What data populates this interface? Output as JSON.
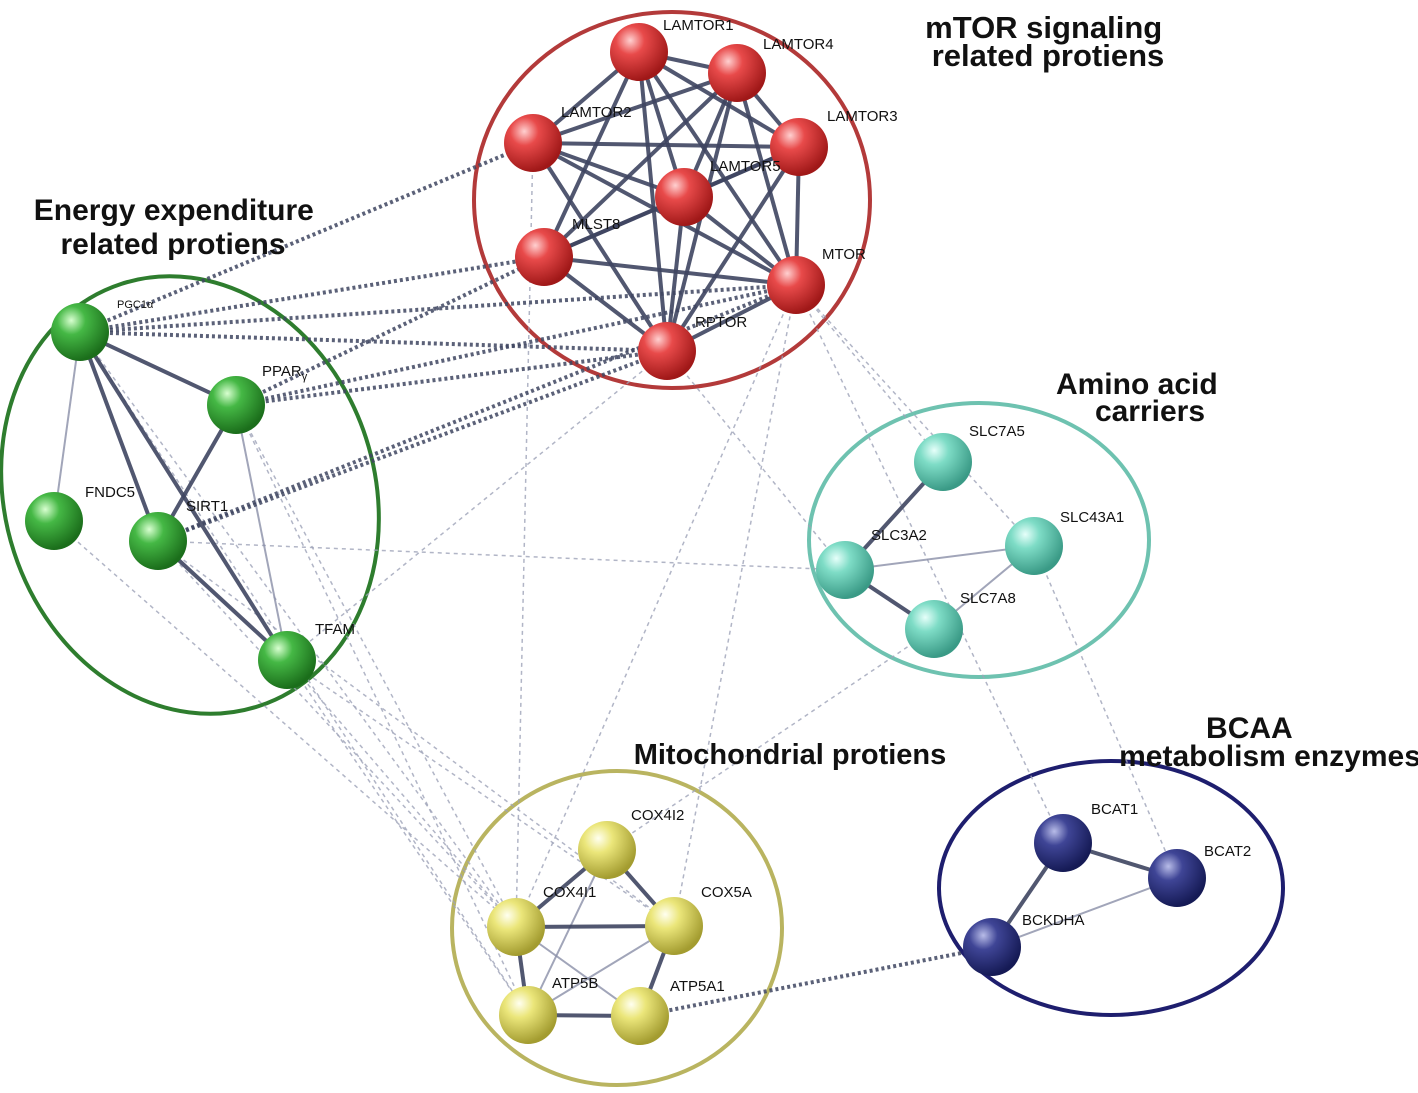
{
  "clusters": {
    "mtor": {
      "title_lines": [
        "mTOR signaling",
        "related protiens"
      ],
      "ring_color": "#b33a3a",
      "node_color": "#e04040"
    },
    "energy": {
      "title_lines": [
        "Energy expenditure",
        "related protiens"
      ],
      "ring_color": "#2e7d2e",
      "node_color": "#3fb03f"
    },
    "amino": {
      "title_lines": [
        "Amino acid",
        "carriers"
      ],
      "ring_color": "#6ec2b0",
      "node_color": "#72d8c0"
    },
    "mito": {
      "title_lines": [
        "Mitochondrial protiens"
      ],
      "ring_color": "#b9b460",
      "node_color": "#e6e070"
    },
    "bcaa": {
      "title_lines": [
        "BCAA",
        "metabolism enzymes"
      ],
      "ring_color": "#1e1e6e",
      "node_color": "#3a3f8c"
    }
  },
  "nodes": {
    "LAMTOR1": {
      "label": "LAMTOR1",
      "cluster": "mtor"
    },
    "LAMTOR4": {
      "label": "LAMTOR4",
      "cluster": "mtor"
    },
    "LAMTOR2": {
      "label": "LAMTOR2",
      "cluster": "mtor"
    },
    "LAMTOR3": {
      "label": "LAMTOR3",
      "cluster": "mtor"
    },
    "LAMTOR5": {
      "label": "LAMTOR5",
      "cluster": "mtor"
    },
    "MLST8": {
      "label": "MLST8",
      "cluster": "mtor"
    },
    "MTOR": {
      "label": "MTOR",
      "cluster": "mtor"
    },
    "RPTOR": {
      "label": "RPTOR",
      "cluster": "mtor"
    },
    "PGC1a": {
      "label": "PGC1α",
      "cluster": "energy"
    },
    "PPARG": {
      "label": "PPAR",
      "sub": "γ",
      "cluster": "energy"
    },
    "FNDC5": {
      "label": "FNDC5",
      "cluster": "energy"
    },
    "SIRT1": {
      "label": "SIRT1",
      "cluster": "energy"
    },
    "TFAM": {
      "label": "TFAM",
      "cluster": "energy"
    },
    "SLC7A5": {
      "label": "SLC7A5",
      "cluster": "amino"
    },
    "SLC3A2": {
      "label": "SLC3A2",
      "cluster": "amino"
    },
    "SLC43A1": {
      "label": "SLC43A1",
      "cluster": "amino"
    },
    "SLC7A8": {
      "label": "SLC7A8",
      "cluster": "amino"
    },
    "COX4I2": {
      "label": "COX4I2",
      "cluster": "mito"
    },
    "COX4I1": {
      "label": "COX4I1",
      "cluster": "mito"
    },
    "COX5A": {
      "label": "COX5A",
      "cluster": "mito"
    },
    "ATP5B": {
      "label": "ATP5B",
      "cluster": "mito"
    },
    "ATP5A1": {
      "label": "ATP5A1",
      "cluster": "mito"
    },
    "BCAT1": {
      "label": "BCAT1",
      "cluster": "bcaa"
    },
    "BCAT2": {
      "label": "BCAT2",
      "cluster": "bcaa"
    },
    "BCKDHA": {
      "label": "BCKDHA",
      "cluster": "bcaa"
    }
  },
  "edges": {
    "solid": [
      [
        "LAMTOR1",
        "LAMTOR4"
      ],
      [
        "LAMTOR1",
        "LAMTOR2"
      ],
      [
        "LAMTOR1",
        "LAMTOR3"
      ],
      [
        "LAMTOR1",
        "LAMTOR5"
      ],
      [
        "LAMTOR1",
        "MLST8"
      ],
      [
        "LAMTOR1",
        "MTOR"
      ],
      [
        "LAMTOR1",
        "RPTOR"
      ],
      [
        "LAMTOR4",
        "LAMTOR2"
      ],
      [
        "LAMTOR4",
        "LAMTOR3"
      ],
      [
        "LAMTOR4",
        "LAMTOR5"
      ],
      [
        "LAMTOR4",
        "MLST8"
      ],
      [
        "LAMTOR4",
        "MTOR"
      ],
      [
        "LAMTOR4",
        "RPTOR"
      ],
      [
        "LAMTOR2",
        "LAMTOR3"
      ],
      [
        "LAMTOR2",
        "LAMTOR5"
      ],
      [
        "LAMTOR2",
        "MTOR"
      ],
      [
        "LAMTOR2",
        "RPTOR"
      ],
      [
        "LAMTOR3",
        "LAMTOR5"
      ],
      [
        "LAMTOR3",
        "MLST8"
      ],
      [
        "LAMTOR3",
        "MTOR"
      ],
      [
        "LAMTOR3",
        "RPTOR"
      ],
      [
        "LAMTOR5",
        "MLST8"
      ],
      [
        "LAMTOR5",
        "MTOR"
      ],
      [
        "LAMTOR5",
        "RPTOR"
      ],
      [
        "MLST8",
        "MTOR"
      ],
      [
        "MLST8",
        "RPTOR"
      ],
      [
        "MTOR",
        "RPTOR"
      ],
      [
        "PGC1a",
        "PPARG"
      ],
      [
        "PGC1a",
        "SIRT1"
      ],
      [
        "PGC1a",
        "TFAM"
      ],
      [
        "PPARG",
        "SIRT1"
      ],
      [
        "SIRT1",
        "TFAM"
      ],
      [
        "SLC7A5",
        "SLC3A2"
      ],
      [
        "SLC3A2",
        "SLC7A8"
      ],
      [
        "COX4I2",
        "COX4I1"
      ],
      [
        "COX4I2",
        "COX5A"
      ],
      [
        "COX4I1",
        "COX5A"
      ],
      [
        "COX4I1",
        "ATP5B"
      ],
      [
        "COX5A",
        "ATP5A1"
      ],
      [
        "ATP5B",
        "ATP5A1"
      ],
      [
        "BCAT1",
        "BCAT2"
      ],
      [
        "BCAT1",
        "BCKDHA"
      ]
    ],
    "thin": [
      [
        "PGC1a",
        "FNDC5"
      ],
      [
        "PPARG",
        "TFAM"
      ],
      [
        "SLC3A2",
        "SLC43A1"
      ],
      [
        "COX4I2",
        "ATP5B"
      ],
      [
        "COX4I1",
        "ATP5A1"
      ],
      [
        "COX5A",
        "ATP5B"
      ],
      [
        "BCAT2",
        "BCKDHA"
      ],
      [
        "SLC43A1",
        "SLC7A8"
      ]
    ],
    "dotted_thick": [
      [
        "PGC1a",
        "LAMTOR2"
      ],
      [
        "PGC1a",
        "MLST8"
      ],
      [
        "PGC1a",
        "MTOR"
      ],
      [
        "PGC1a",
        "RPTOR"
      ],
      [
        "PPARG",
        "MTOR"
      ],
      [
        "PPARG",
        "RPTOR"
      ],
      [
        "PPARG",
        "MLST8"
      ],
      [
        "SIRT1",
        "MTOR"
      ],
      [
        "SIRT1",
        "RPTOR"
      ],
      [
        "ATP5A1",
        "BCKDHA"
      ]
    ],
    "dotted_thin": [
      [
        "MTOR",
        "SLC7A5"
      ],
      [
        "MTOR",
        "SLC43A1"
      ],
      [
        "RPTOR",
        "SLC3A2"
      ],
      [
        "SIRT1",
        "SLC3A2"
      ],
      [
        "PGC1a",
        "COX4I1"
      ],
      [
        "PGC1a",
        "ATP5B"
      ],
      [
        "PPARG",
        "COX4I1"
      ],
      [
        "PPARG",
        "ATP5B"
      ],
      [
        "SIRT1",
        "COX4I1"
      ],
      [
        "SIRT1",
        "COX5A"
      ],
      [
        "TFAM",
        "COX4I1"
      ],
      [
        "TFAM",
        "ATP5B"
      ],
      [
        "TFAM",
        "COX5A"
      ],
      [
        "FNDC5",
        "COX4I1"
      ],
      [
        "MTOR",
        "COX4I1"
      ],
      [
        "MTOR",
        "COX5A"
      ],
      [
        "RPTOR",
        "TFAM"
      ],
      [
        "MTOR",
        "BCAT1"
      ],
      [
        "SLC7A8",
        "COX4I2"
      ],
      [
        "LAMTOR2",
        "COX4I1"
      ],
      [
        "SLC43A1",
        "BCAT2"
      ]
    ]
  }
}
